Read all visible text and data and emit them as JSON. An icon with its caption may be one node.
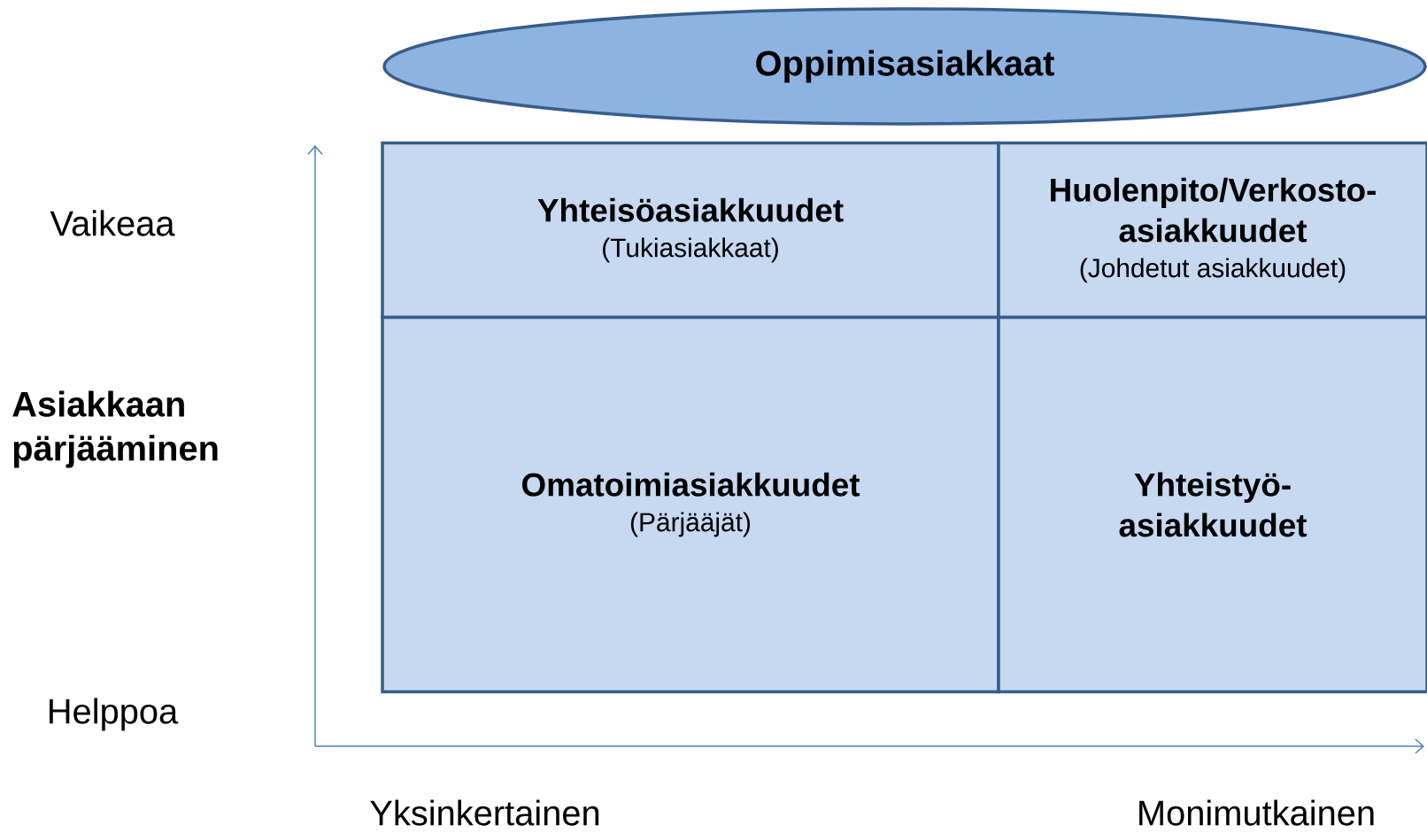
{
  "diagram": {
    "nodes": [
      {
        "text": [
          "Oppimisasiakkaat"
        ]
      },
      {
        "text": [
          "Yhteisöasiakkuudet",
          "(Tukiasiakkaat)"
        ]
      },
      {
        "text": [
          "Huolenpito/Verkosto- asiakkuudet",
          "(Johdetut asiakkuudet)"
        ]
      },
      {
        "text": [
          "Omatoimiasiakkuudet",
          "(Pärjääjät)"
        ]
      },
      {
        "text": [
          "Yhteistyö- asiakkuudet"
        ]
      }
    ],
    "labels": [
      "Vaikeaa",
      "Asiakkaan pärjääminen",
      "Helppoa",
      "Yksinkertainen",
      "Monimutkainen"
    ]
  }
}
